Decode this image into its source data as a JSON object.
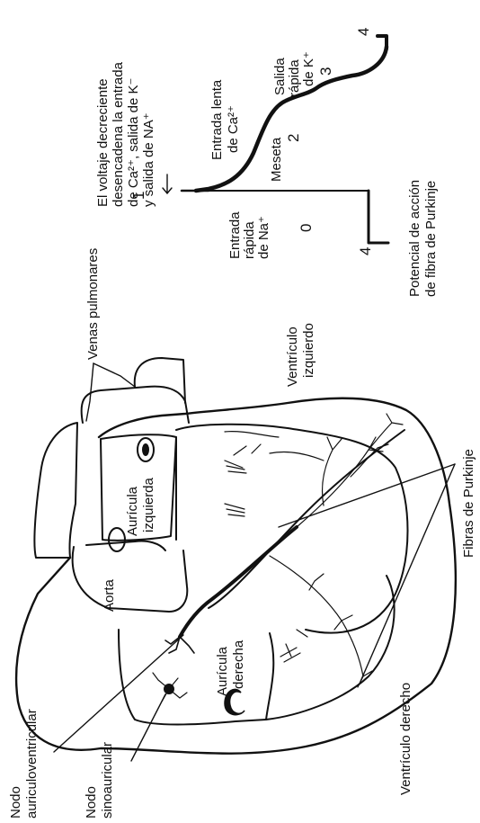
{
  "labels": {
    "venas_pulmonares": "Venas pulmonares",
    "ventriculo_izquierdo": [
      "Ventrículo",
      "izquierdo"
    ],
    "auricula_izquierda": [
      "Aurícula",
      "izquierda"
    ],
    "aorta": "Aorta",
    "auricula_derecha": [
      "Aurícula",
      "derecha"
    ],
    "ventriculo_derecho": "Ventrículo derecho",
    "fibras_purkinje": "Fibras de Purkinje",
    "nodo_av": [
      "Nodo",
      "auriculoventricular"
    ],
    "nodo_sa": [
      "Nodo",
      "sinoauricular"
    ]
  },
  "action_potential": {
    "caption": [
      "Potencial de acción",
      "de fibra de Purkinje"
    ],
    "trigger_note": [
      "El voltaje decreciente",
      "desencadena la entrada",
      "de Ca²⁺, salida de K⁻",
      "y salida de NA⁺"
    ],
    "phase0": [
      "Entrada",
      "rápida",
      "de Na⁺",
      "0"
    ],
    "phase2_desc": [
      "Entrada lenta",
      "de Ca²⁺"
    ],
    "phase2": [
      "Meseta",
      "2"
    ],
    "phase3": [
      "Salida",
      "rápida",
      "de K⁺",
      "3"
    ],
    "phase1_num": "1",
    "phase4_top": "4",
    "phase4_bottom": "4"
  }
}
